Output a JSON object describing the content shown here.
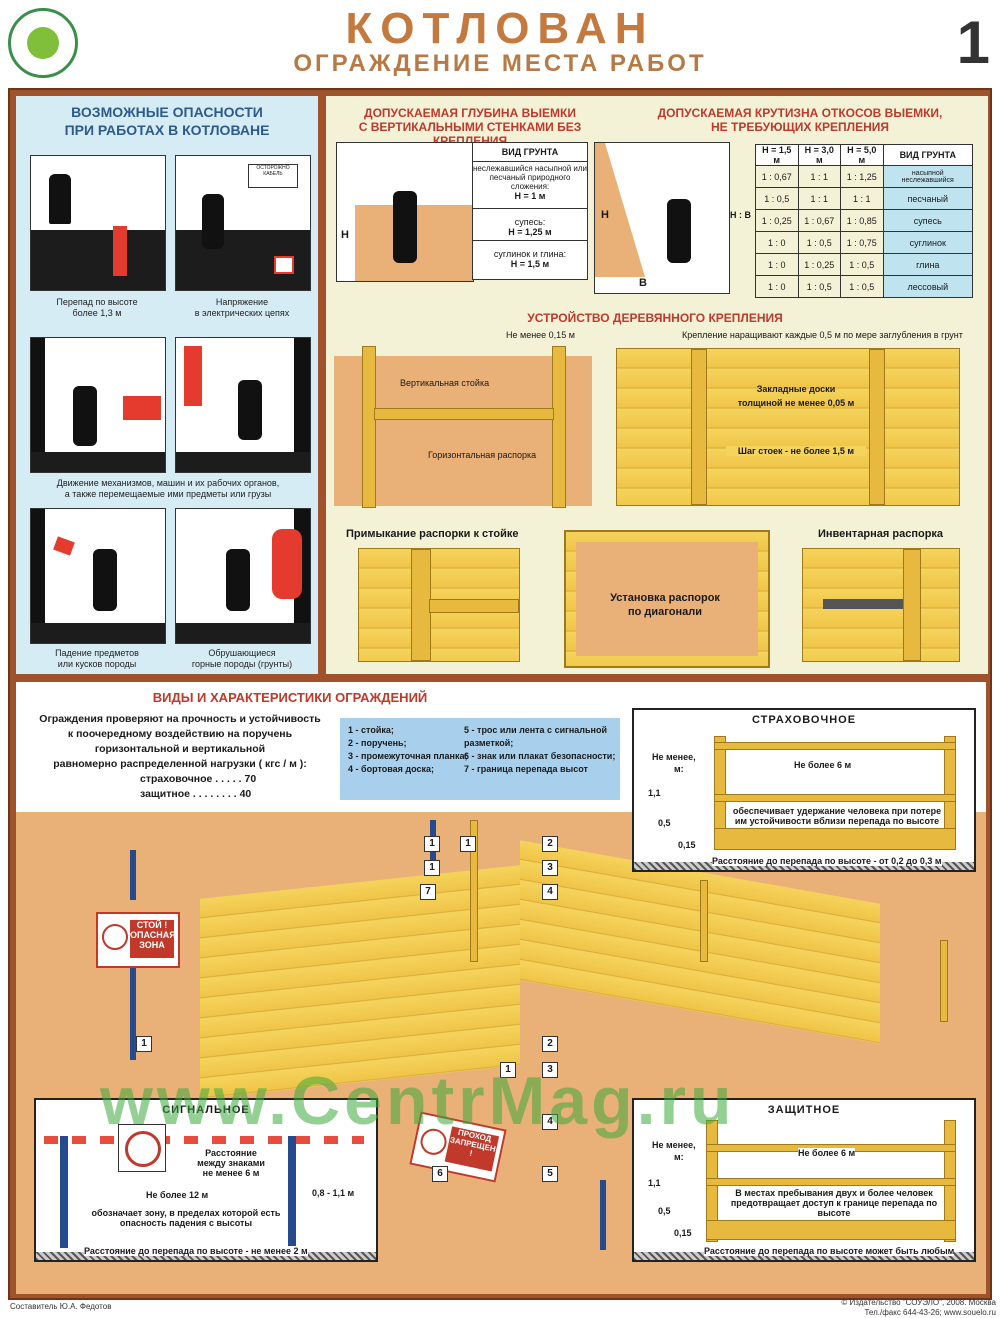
{
  "header": {
    "title": "КОТЛОВАН",
    "subtitle": "ОГРАЖДЕНИЕ МЕСТА РАБОТ",
    "sheet_number": "1"
  },
  "hazards": {
    "title_line1": "ВОЗМОЖНЫЕ ОПАСНОСТИ",
    "title_line2": "ПРИ РАБОТАХ В КОТЛОВАНЕ",
    "items": [
      {
        "caption1": "Перепад по высоте",
        "caption2": "более 1,3 м"
      },
      {
        "caption1": "Напряжение",
        "caption2": "в электрических цепях",
        "sign": "ОСТОРОЖНО КАБЕЛЬ"
      },
      {
        "caption1": "Движение механизмов, машин и их рабочих органов,",
        "caption2": "а также перемещаемые ими предметы или грузы"
      },
      {
        "caption1": "Падение предметов",
        "caption2": "или кусков породы"
      },
      {
        "caption1": "Обрушающиеся",
        "caption2": "горные породы (грунты)"
      }
    ]
  },
  "depth": {
    "title1": "ДОПУСКАЕМАЯ ГЛУБИНА ВЫЕМКИ",
    "title2": "С ВЕРТИКАЛЬНЫМИ СТЕНКАМИ БЕЗ КРЕПЛЕНИЯ",
    "h_label": "Н",
    "col_header": "ВИД ГРУНТА",
    "rows": [
      {
        "soil": "неслежавшийся насыпной или песчаный природного сложения:",
        "value": "Н = 1 м"
      },
      {
        "soil": "супесь:",
        "value": "Н = 1,25 м"
      },
      {
        "soil": "суглинок и глина:",
        "value": "Н = 1,5 м"
      }
    ]
  },
  "slope": {
    "title1": "ДОПУСКАЕМАЯ КРУТИЗНА ОТКОСОВ ВЫЕМКИ,",
    "title2": "НЕ ТРЕБУЮЩИХ КРЕПЛЕНИЯ",
    "h_label": "Н",
    "b_label": "В",
    "ratio_label": "Н : В",
    "headers": [
      "Н = 1,5 м",
      "Н = 3,0 м",
      "Н = 5,0 м",
      "ВИД ГРУНТА"
    ],
    "rows": [
      [
        "1 : 0,67",
        "1 : 1",
        "1 : 1,25",
        "насыпной неслежавшийся"
      ],
      [
        "1 : 0,5",
        "1 : 1",
        "1 : 1",
        "песчаный"
      ],
      [
        "1 : 0,25",
        "1 : 0,67",
        "1 : 0,85",
        "супесь"
      ],
      [
        "1 : 0",
        "1 : 0,5",
        "1 : 0,75",
        "суглинок"
      ],
      [
        "1 : 0",
        "1 : 0,25",
        "1 : 0,5",
        "глина"
      ],
      [
        "1 : 0",
        "1 : 0,5",
        "1 : 0,5",
        "лессовый"
      ]
    ]
  },
  "shoring": {
    "title": "УСТРОЙСТВО ДЕРЕВЯННОГО КРЕПЛЕНИЯ",
    "min_height": "Не менее 0,15 м",
    "vertical_post": "Вертикальная стойка",
    "horizontal_strut": "Горизонтальная распорка",
    "extension_note": "Крепление наращивают каждые 0,5 м по мере заглубления в грунт",
    "boards1": "Закладные доски",
    "boards2": "толщиной не менее 0,05 м",
    "post_spacing": "Шаг стоек - не более 1,5 м",
    "abutment_title": "Примыкание распорки к стойке",
    "diagonal1": "Установка распорок",
    "diagonal2": "по диагонали",
    "inventory_title": "Инвентарная распорка"
  },
  "fences": {
    "title": "ВИДЫ И ХАРАКТЕРИСТИКИ ОГРАЖДЕНИЙ",
    "intro": [
      "Ограждения проверяют на прочность и устойчивость",
      "к поочередному воздействию на поручень",
      "горизонтальной и вертикальной",
      "равномерно распределенной нагрузки ( кгс / м ):"
    ],
    "loads": [
      {
        "name": "страховочное . . . . .",
        "value": "70"
      },
      {
        "name": "защитное . . . . . . . .",
        "value": "40"
      }
    ],
    "legend": [
      {
        "num": "1 -",
        "text": "стойка;"
      },
      {
        "num": "2 -",
        "text": "поручень;"
      },
      {
        "num": "3 -",
        "text": "промежуточная планка;"
      },
      {
        "num": "4 -",
        "text": "бортовая доска;"
      },
      {
        "num": "5 -",
        "text": "трос или лента с сигнальной разметкой;"
      },
      {
        "num": "6 -",
        "text": "знак или плакат безопасности;"
      },
      {
        "num": "7 -",
        "text": "граница перепада высот"
      }
    ],
    "sign_stop": "СТОЙ ! ОПАСНАЯ ЗОНА",
    "sign_noentry": "ПРОХОД ЗАПРЕЩЕН !",
    "num_labels": [
      "1",
      "1",
      "1",
      "2",
      "3",
      "4",
      "7",
      "2",
      "3",
      "4",
      "5",
      "6",
      "1",
      "1"
    ]
  },
  "safety_fence": {
    "title": "СТРАХОВОЧНОЕ",
    "min_label1": "Не менее,",
    "min_label2": "м:",
    "h1": "1,1",
    "h2": "0,5",
    "h3": "0,15",
    "span": "Не более 6 м",
    "note": "обеспечивает удержание человека при потере им устойчивости вблизи перепада по высоте",
    "distance": "Расстояние до перепада по высоте - от 0,2 до 0,3 м"
  },
  "signal_fence": {
    "title": "СИГНАЛЬНОЕ",
    "between1": "Расстояние",
    "between2": "между знаками",
    "between3": "не менее 6 м",
    "span": "Не более 12 м",
    "height": "0,8 - 1,1 м",
    "note": "обозначает зону, в пределах которой есть опасность падения с высоты",
    "distance": "Расстояние до перепада по высоте - не менее 2 м"
  },
  "protective_fence": {
    "title": "ЗАЩИТНОЕ",
    "min_label1": "Не менее,",
    "min_label2": "м:",
    "h1": "1,1",
    "h2": "0,5",
    "h3": "0,15",
    "span": "Не более 6 м",
    "note": "В местах пребывания двух и более человек предотвращает доступ к границе перепада по высоте",
    "distance": "Расстояние до перепада по высоте может быть любым"
  },
  "footer": {
    "author": "Составитель Ю.А. Федотов",
    "publisher": "© Издательство \"СОУЭЛО\", 2008. Москва",
    "phone": "Тел./факс 644-43-26; www.souelo.ru"
  },
  "watermark": "www.CentrMag.ru",
  "colors": {
    "frame": "#a0522d",
    "title": "#c47a3e",
    "accent_red": "#c0392b",
    "hazard_bg": "#d6ecf4",
    "wood": "#f5d45c"
  }
}
